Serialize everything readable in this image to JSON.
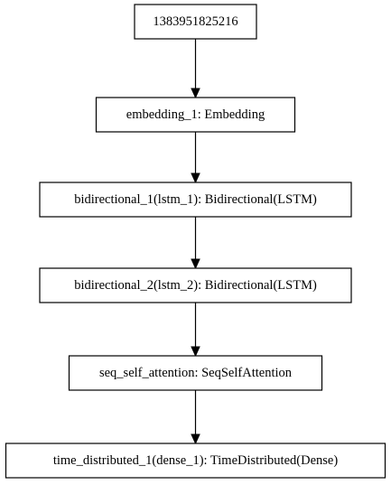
{
  "diagram": {
    "nodes": [
      {
        "id": "input",
        "label": "1383951825216"
      },
      {
        "id": "embedding",
        "label": "embedding_1: Embedding"
      },
      {
        "id": "bilstm1",
        "label": "bidirectional_1(lstm_1): Bidirectional(LSTM)"
      },
      {
        "id": "bilstm2",
        "label": "bidirectional_2(lstm_2): Bidirectional(LSTM)"
      },
      {
        "id": "attention",
        "label": "seq_self_attention: SeqSelfAttention"
      },
      {
        "id": "timedist",
        "label": "time_distributed_1(dense_1): TimeDistributed(Dense)"
      }
    ],
    "edges": [
      {
        "from": "input",
        "to": "embedding"
      },
      {
        "from": "embedding",
        "to": "bilstm1"
      },
      {
        "from": "bilstm1",
        "to": "bilstm2"
      },
      {
        "from": "bilstm2",
        "to": "attention"
      },
      {
        "from": "attention",
        "to": "timedist"
      }
    ]
  }
}
